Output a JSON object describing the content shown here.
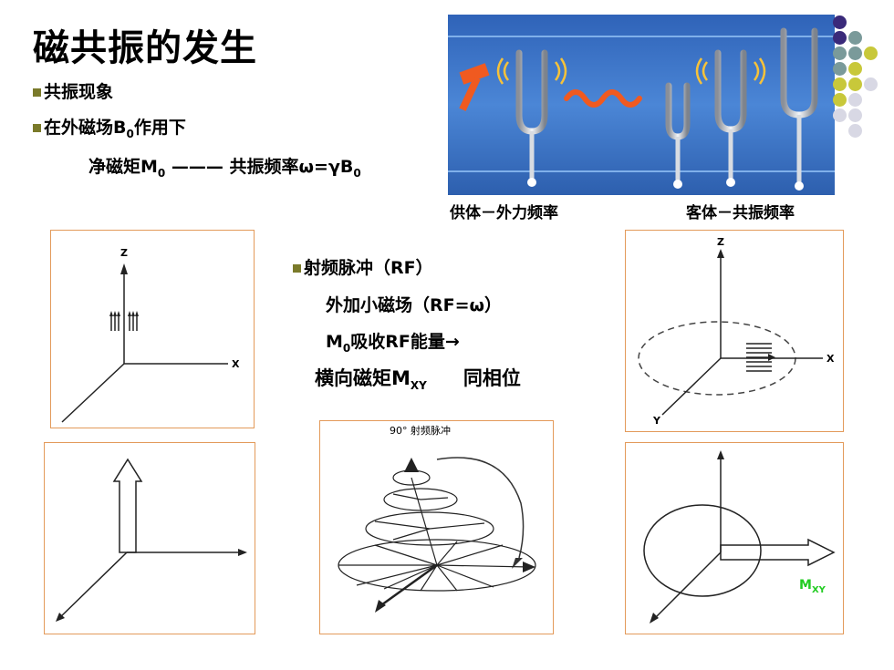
{
  "title": "磁共振的发生",
  "bullets": {
    "b1": "共振现象",
    "b2_prefix": "在外磁场B",
    "b2_sub": "0",
    "b2_suffix": "作用下",
    "formula_a": "净磁矩M",
    "formula_a_sub": "0",
    "formula_b": " ——— 共振频率ω=γB",
    "formula_b_sub": "0"
  },
  "photo_captions": {
    "left": "供体－外力频率",
    "right": "客体－共振频率"
  },
  "rf": {
    "heading": "射频脉冲（RF）",
    "line1": "外加小磁场（RF=ω）",
    "line2_a": "M",
    "line2_sub": "0",
    "line2_b": "吸收RF能量→",
    "line3_a": "横向磁矩M",
    "line3_sub": "XY",
    "line3_b": "同相位"
  },
  "diagram_labels": {
    "z": "Z",
    "x": "X",
    "y": "Y",
    "pulse": "90° 射频脉冲",
    "mxy_m": "M",
    "mxy_sub": "XY"
  },
  "colors": {
    "panel_border": "#e39a5a",
    "bullet": "#7a7a2a",
    "photo_bg": "#3f78c9",
    "mxy_label": "#22cc22",
    "dots": [
      "#3a2a7a",
      "#7a9a9a",
      "#c8c83a",
      "#d8d8e4"
    ]
  }
}
